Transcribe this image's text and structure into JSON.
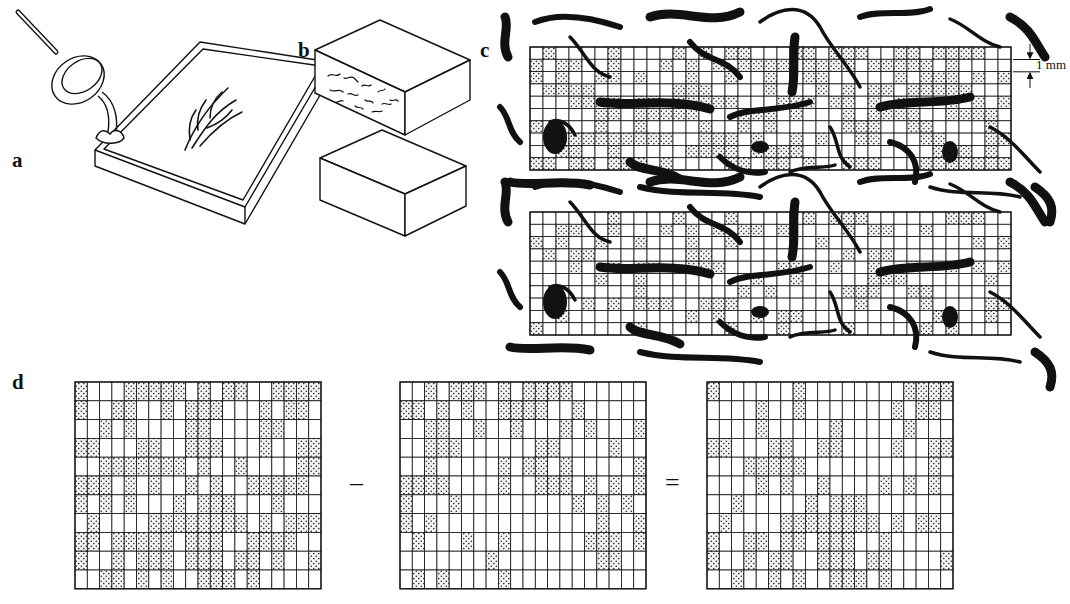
{
  "diagram": {
    "labels": [
      "b",
      "c",
      "1 mm",
      "a",
      "d",
      "–",
      "="
    ]
  }
}
